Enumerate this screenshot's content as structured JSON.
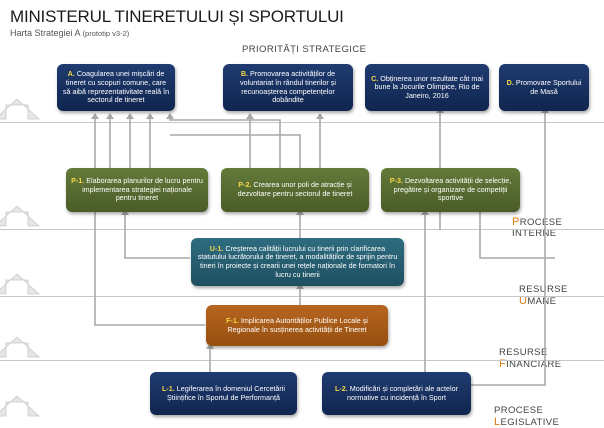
{
  "header": {
    "title_part1": "MINISTERUL",
    "title_part2": " TINERETULUI ȘI SPORTULUI",
    "subtitle": "Harta Strategiei A",
    "subtitle_small": "(prototip v3-2)"
  },
  "sections": {
    "strategic": "PRIORITĂȚI STRATEGICE",
    "internal_first": "P",
    "internal_rest": "ROCESE INTERNE",
    "human_first": "RESURSE ",
    "human_hl": "U",
    "human_rest": "MANE",
    "financial_first": "RESURSE ",
    "financial_hl": "F",
    "financial_rest": "INANCIARE",
    "legislative_first": "PROCESE ",
    "legislative_hl": "L",
    "legislative_rest": "EGISLATIVE"
  },
  "boxes": {
    "A": {
      "label": "A.",
      "text": "Coagularea unei mișcări de tineret cu scopuri comune, care să aibă reprezentativitate reală în sectorul de tineret"
    },
    "B": {
      "label": "B.",
      "text": "Promovarea activităților de voluntariat în rândul tinerilor și recunoașterea competențelor dobândite"
    },
    "C": {
      "label": "C.",
      "text": "Obținerea unor rezultate cât mai bune la Jocurile Olimpice, Rio de Janeiro, 2016"
    },
    "D": {
      "label": "D.",
      "text": "Promovare Sportului de Masă"
    },
    "P1": {
      "label": "P-1.",
      "text": "Elaborarea planurilor de lucru pentru implementarea strategiei naționale pentru tineret"
    },
    "P2": {
      "label": "P-2.",
      "text": "Crearea unor poli de atracție și dezvoltare pentru sectorul de tineret"
    },
    "P3": {
      "label": "P-3.",
      "text": "Dezvoltarea activității de selecție, pregătire și organizare de competiții sportive"
    },
    "U1": {
      "label": "U-1.",
      "text": "Creșterea calității lucrului cu tinerii prin clarificarea statutului lucrătorului de tineret, a modalităților de sprijin pentru tineri în proiecte și crearii unei rețele naționale de formatori în lucru cu tinerii"
    },
    "F1": {
      "label": "F-1.",
      "text": "Implicarea Autorităților Publice Locale și Regionale în susținerea activității de Tineret"
    },
    "L1": {
      "label": "L-1.",
      "text": "Legiferarea în domeniul Cercetării Științifice în Sportul de Performanță"
    },
    "L2": {
      "label": "L-2.",
      "text": "Modificări și completări ale actelor normative cu incidență în Sport"
    }
  },
  "colors": {
    "navy": "#10264f",
    "olive": "#4a5c28",
    "teal": "#1e5061",
    "brown": "#96500f",
    "accent": "#e07b1a",
    "label": "#f5d84a"
  },
  "icons": [
    "up-arrow-icon",
    "up-arrow-icon",
    "up-arrow-icon",
    "up-arrow-icon",
    "up-arrow-icon"
  ]
}
